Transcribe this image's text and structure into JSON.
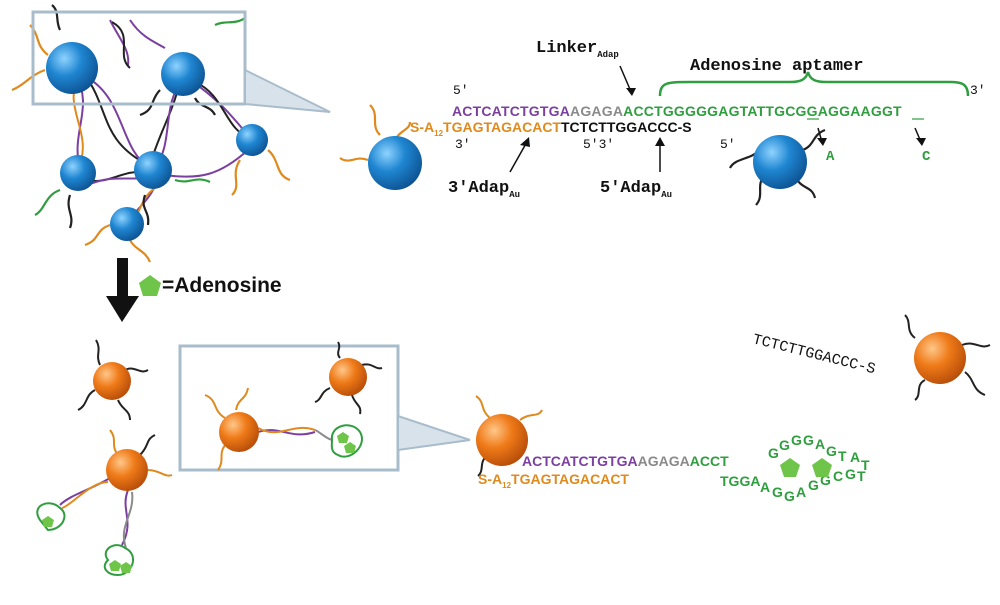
{
  "colors": {
    "gold_particle": "#1a78c2",
    "gold_particle_light": "#7fc6f2",
    "dispersed_particle": "#e8741a",
    "dispersed_particle_light": "#ffb870",
    "linker_purple": "#7b3fa0",
    "linker_gray": "#8a8a8a",
    "aptamer_green": "#2e9e3e",
    "adap3_orange": "#e08a1e",
    "adap5_black": "#1a1a1a",
    "frame": "#a9bccb",
    "adenosine": "#6fc54a"
  },
  "legend": {
    "equals_text": "=Adenosine",
    "icon": "pentagon-icon"
  },
  "assembled": {
    "linker_label": "Linker",
    "linker_sub": "Adap",
    "aptamer_label": "Adenosine aptamer",
    "label_5prime_left": "5′",
    "label_3prime_right": "3′",
    "label_3prime_left": "3′",
    "label_5prime_3prime": "5′3′",
    "label_5prime_mid": "5′",
    "top_purple": "ACTCATCTGTGA",
    "top_gray": "AGAGA",
    "top_green": "ACCTGGGGGAGTATTGCGGAGGAAGGT",
    "bottom_S": "S-A",
    "bottom_sub": "12",
    "bottom_orange": "TGAGTAGACACT",
    "bottom_black": "TCTCTTGGACCC-S",
    "mutation_A": "A",
    "mutation_C": "C",
    "adap3_label": "3′Adap",
    "adap3_sub": "Au",
    "adap5_label": "5′Adap",
    "adap5_sub": "Au"
  },
  "released": {
    "free_strand": "TCTCTTGGACCC-S",
    "top_purple": "ACTCATCTGTGA",
    "top_gray": "AGAGA",
    "top_green": "ACCT",
    "bottom_S": "S-A",
    "bottom_sub": "12",
    "bottom_orange": "TGAGTAGACACT",
    "loop_bottom": "TGGA",
    "loop_letters_top": [
      "G",
      "G",
      "G",
      "G",
      "A",
      "G",
      "T",
      "A",
      "T"
    ],
    "loop_letters_bottom": [
      "A",
      "G",
      "G",
      "A",
      "G",
      "G",
      "C",
      "G",
      "T"
    ]
  }
}
